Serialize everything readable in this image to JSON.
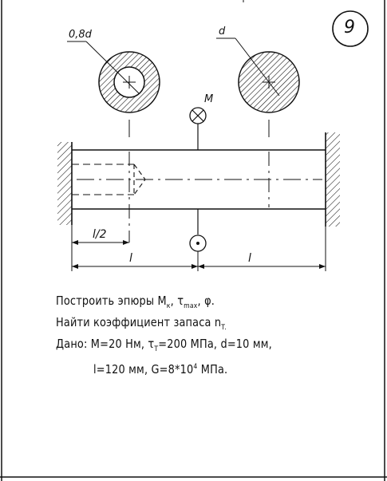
{
  "card": {
    "number": "9"
  },
  "labels": {
    "inner_diameter": "0,8d",
    "outer_diameter": "d",
    "moment": "M",
    "half_length": "l/2",
    "length_left": "l",
    "length_right": "l"
  },
  "task": {
    "line1": {
      "text": "Построить эпюры M",
      "sub1": "к",
      "mid": ", τ",
      "sub2": "max",
      "end": ", φ."
    },
    "line2": {
      "text": "Найти коэффициент запаса n",
      "sub": "T."
    },
    "line3": {
      "text": "Дано: M=20 Нм, τ",
      "sub": "T",
      "end": "=200 МПа, d=10 мм,"
    },
    "line4": {
      "text": "l=120 мм, G=8*10",
      "sup": "4",
      "end": " МПа."
    }
  }
}
